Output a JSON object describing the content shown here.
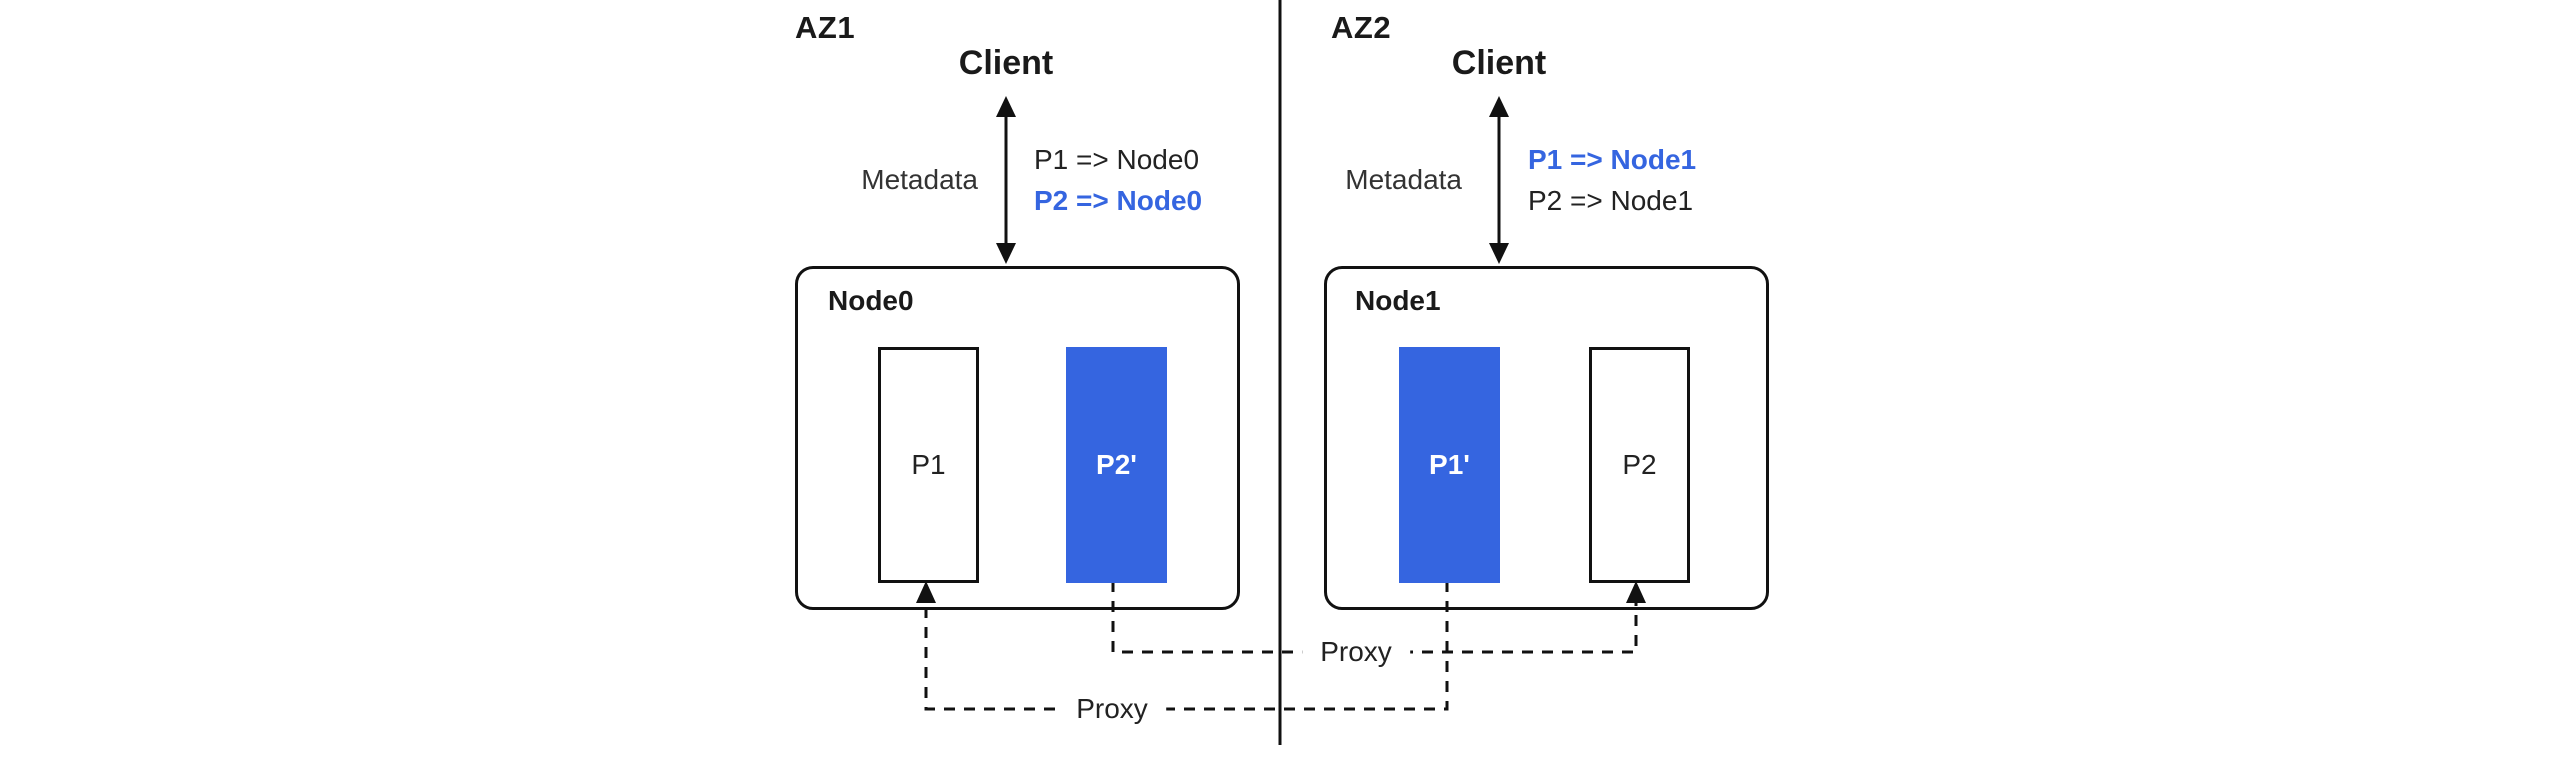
{
  "colors": {
    "accent_blue": "#3565e0",
    "line": "#111111"
  },
  "zones": [
    {
      "label": "AZ1",
      "client_label": "Client",
      "metadata_label": "Metadata",
      "mappings": [
        {
          "text": "P1 => Node0",
          "highlight": false
        },
        {
          "text": "P2 => Node0",
          "highlight": true
        }
      ],
      "node": {
        "label": "Node0",
        "partitions": [
          {
            "label": "P1",
            "filled": false
          },
          {
            "label": "P2'",
            "filled": true
          }
        ]
      }
    },
    {
      "label": "AZ2",
      "client_label": "Client",
      "metadata_label": "Metadata",
      "mappings": [
        {
          "text": "P1 => Node1",
          "highlight": true
        },
        {
          "text": "P2 => Node1",
          "highlight": false
        }
      ],
      "node": {
        "label": "Node1",
        "partitions": [
          {
            "label": "P1'",
            "filled": true
          },
          {
            "label": "P2",
            "filled": false
          }
        ]
      }
    }
  ],
  "proxies": [
    {
      "label": "Proxy"
    },
    {
      "label": "Proxy"
    }
  ]
}
